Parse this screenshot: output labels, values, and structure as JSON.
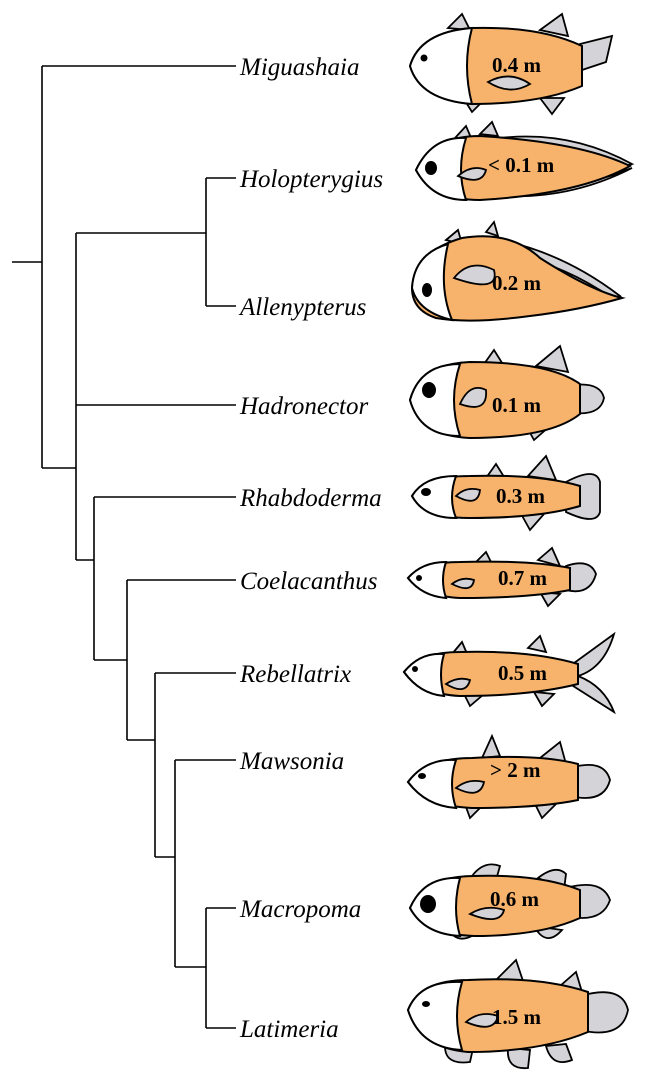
{
  "colors": {
    "body": "#F7B26B",
    "fin": "#D4D4D8",
    "head": "#ffffff",
    "line": "#000000"
  },
  "taxa": [
    {
      "name": "Miguashaia",
      "size": "0.4 m"
    },
    {
      "name": "Holopterygius",
      "size": "< 0.1 m"
    },
    {
      "name": "Allenypterus",
      "size": "0.2 m"
    },
    {
      "name": "Hadronector",
      "size": "0.1 m"
    },
    {
      "name": "Rhabdoderma",
      "size": "0.3 m"
    },
    {
      "name": "Coelacanthus",
      "size": "0.7 m"
    },
    {
      "name": "Rebellatrix",
      "size": "0.5 m"
    },
    {
      "name": "Mawsonia",
      "size": "> 2 m"
    },
    {
      "name": "Macropoma",
      "size": "0.6 m"
    },
    {
      "name": "Latimeria",
      "size": "1.5 m"
    }
  ]
}
